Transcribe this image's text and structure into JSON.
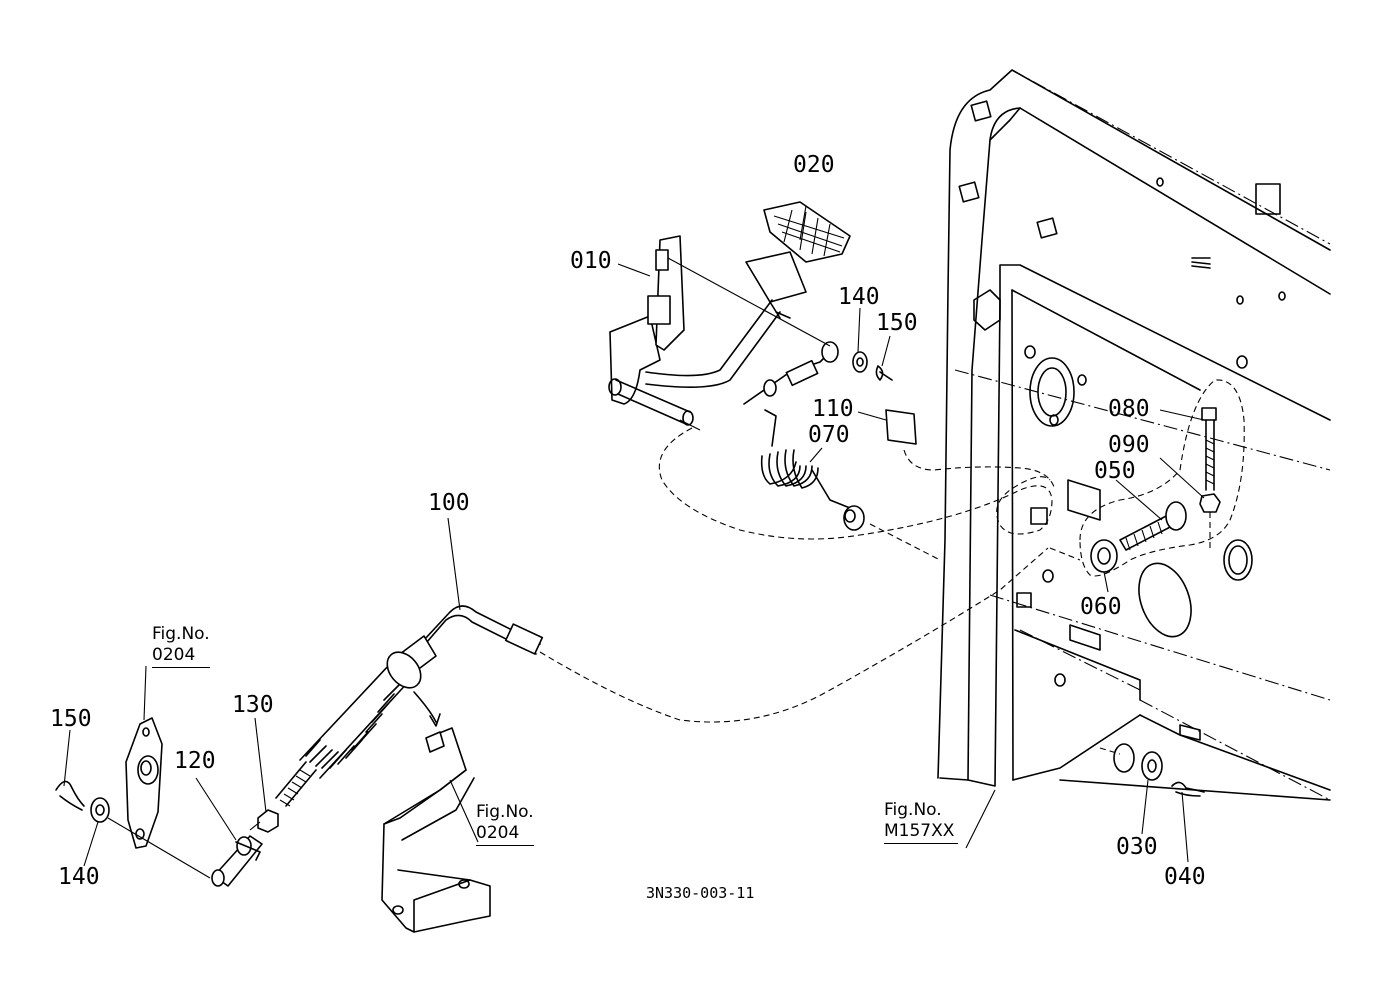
{
  "diagram": {
    "drawing_code": "3N330-003-11",
    "parts": {
      "p010": "010",
      "p020": "020",
      "p030": "030",
      "p040": "040",
      "p050": "050",
      "p060": "060",
      "p070": "070",
      "p080": "080",
      "p090": "090",
      "p100": "100",
      "p110": "110",
      "p120": "120",
      "p130": "130",
      "p140_top": "140",
      "p140_bottom": "140",
      "p150_top": "150",
      "p150_left": "150"
    },
    "figure_refs": {
      "left": {
        "label": "Fig.No.",
        "number": "0204"
      },
      "middle": {
        "label": "Fig.No.",
        "number": "0204"
      },
      "right": {
        "label": "Fig.No.",
        "number": "M157XX"
      }
    }
  }
}
